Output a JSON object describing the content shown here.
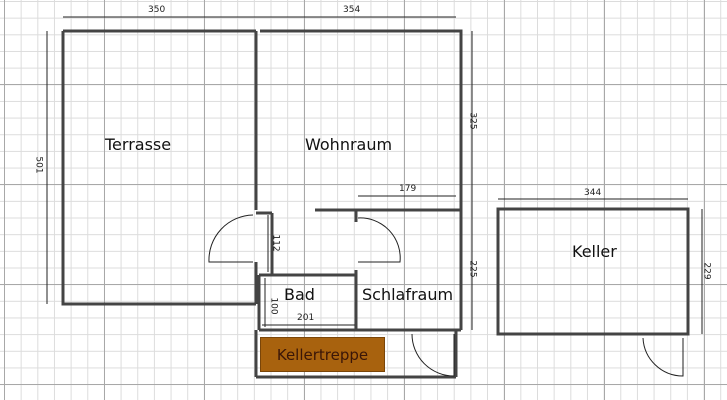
{
  "plan": {
    "rooms": [
      {
        "id": "terrasse",
        "label": "Terrasse"
      },
      {
        "id": "wohnraum",
        "label": "Wohnraum"
      },
      {
        "id": "schlafraum",
        "label": "Schlafraum"
      },
      {
        "id": "bad",
        "label": "Bad"
      },
      {
        "id": "keller",
        "label": "Keller"
      },
      {
        "id": "kellertreppe",
        "label": "Kellertreppe",
        "fill": "#a8620e"
      }
    ],
    "dimensions": {
      "terrasse_width": "350",
      "wohnraum_width": "354",
      "terrasse_height": "501",
      "wohnraum_height": "325",
      "schlafraum_width": "179",
      "schlafraum_height": "225",
      "hall_height": "112",
      "bad_height": "100",
      "bad_width": "201",
      "keller_width": "344",
      "keller_height": "229"
    },
    "colors": {
      "grid_major": "#a8a8a8",
      "grid_minor": "#dcdcdc",
      "wall": "#555555",
      "stair_fill": "#a8620e"
    }
  }
}
